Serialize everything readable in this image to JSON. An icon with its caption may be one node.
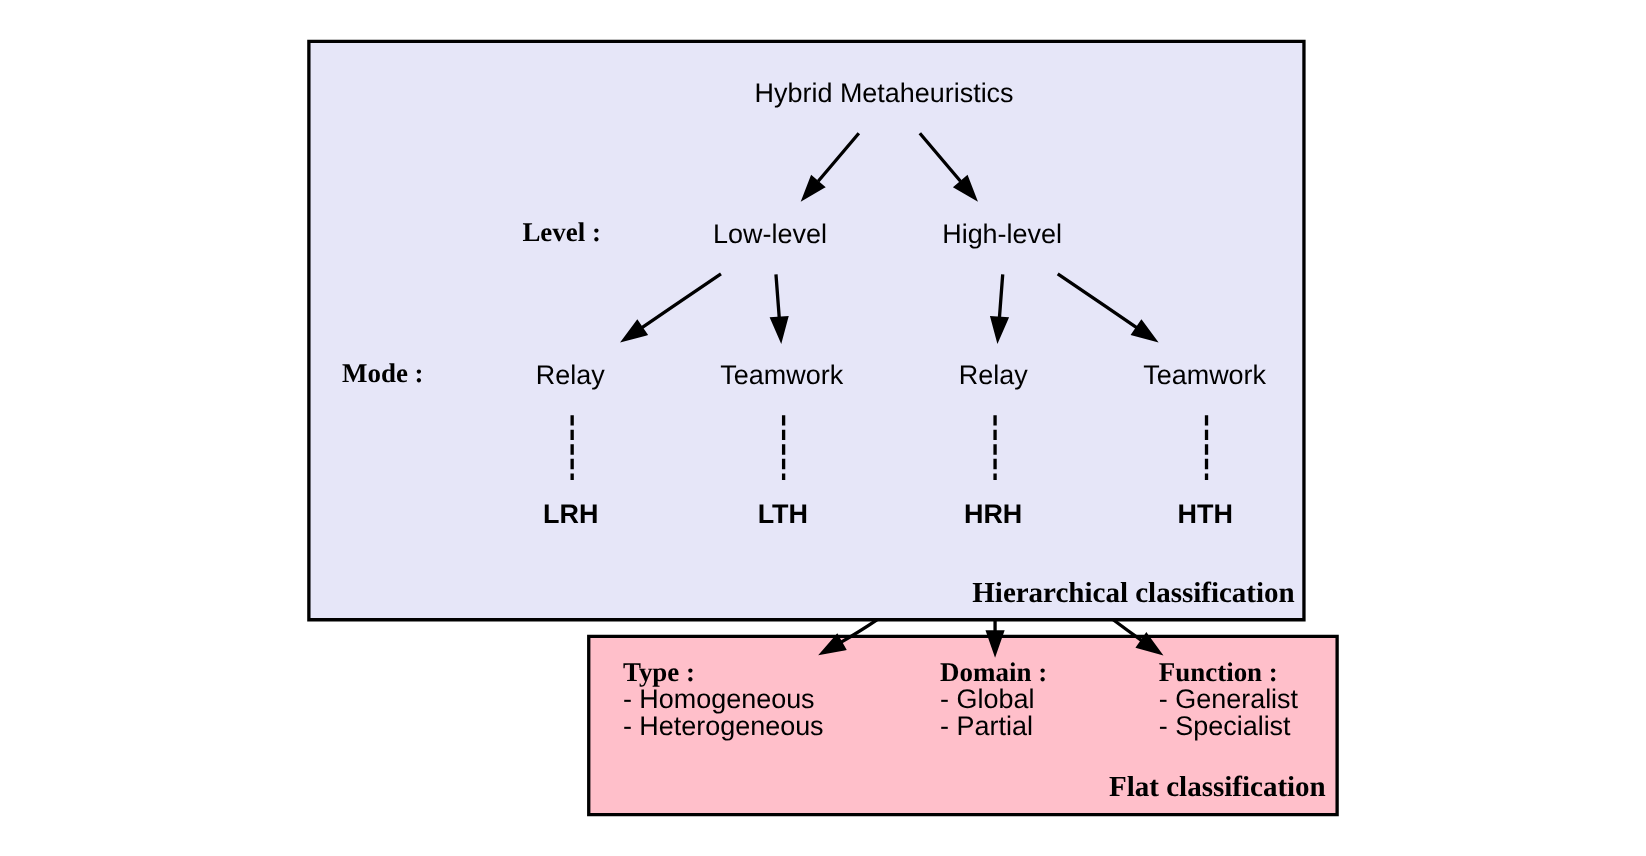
{
  "diagram": {
    "nodes": [
      {
        "text": [
          "Hierarchical classification"
        ]
      },
      {
        "text": [
          "Hybrid Metaheuristics"
        ],
        "in": 0
      },
      {
        "text": [
          "Low-level"
        ],
        "in": 0
      },
      {
        "text": [
          "High-level"
        ],
        "in": 0
      },
      {
        "text": [
          "Relay"
        ],
        "in": 0
      },
      {
        "text": [
          "Teamwork"
        ],
        "in": 0
      },
      {
        "text": [
          "Relay"
        ],
        "in": 0
      },
      {
        "text": [
          "Teamwork"
        ],
        "in": 0
      },
      {
        "text": [
          "LRH"
        ],
        "in": 0
      },
      {
        "text": [
          "LTH"
        ],
        "in": 0
      },
      {
        "text": [
          "HRH"
        ],
        "in": 0
      },
      {
        "text": [
          "HTH"
        ],
        "in": 0
      },
      {
        "text": [
          "Flat classification"
        ]
      },
      {
        "text": [
          "Type :",
          "- Homogeneous",
          "- Heterogeneous"
        ],
        "in": 12
      },
      {
        "text": [
          "Domain :",
          "- Global",
          "- Partial"
        ],
        "in": 12
      },
      {
        "text": [
          "Function :",
          "- Generalist",
          "- Specialist"
        ],
        "in": 12
      }
    ],
    "edges": [
      {
        "from": 1,
        "to": 2,
        "arrow": "to"
      },
      {
        "from": 1,
        "to": 3,
        "arrow": "to"
      },
      {
        "from": 2,
        "to": 4,
        "arrow": "to"
      },
      {
        "from": 2,
        "to": 5,
        "arrow": "to"
      },
      {
        "from": 3,
        "to": 6,
        "arrow": "to"
      },
      {
        "from": 3,
        "to": 7,
        "arrow": "to"
      },
      {
        "from": 4,
        "to": 8,
        "arrow": "none",
        "style": "dashed"
      },
      {
        "from": 5,
        "to": 9,
        "arrow": "none",
        "style": "dashed"
      },
      {
        "from": 6,
        "to": 10,
        "arrow": "none",
        "style": "dashed"
      },
      {
        "from": 7,
        "to": 11,
        "arrow": "none",
        "style": "dashed"
      },
      {
        "from": 0,
        "to": 13,
        "arrow": "to"
      },
      {
        "from": 0,
        "to": 14,
        "arrow": "to"
      },
      {
        "from": 0,
        "to": 15,
        "arrow": "to"
      }
    ],
    "labels": [
      "Level :",
      "Mode :"
    ]
  }
}
